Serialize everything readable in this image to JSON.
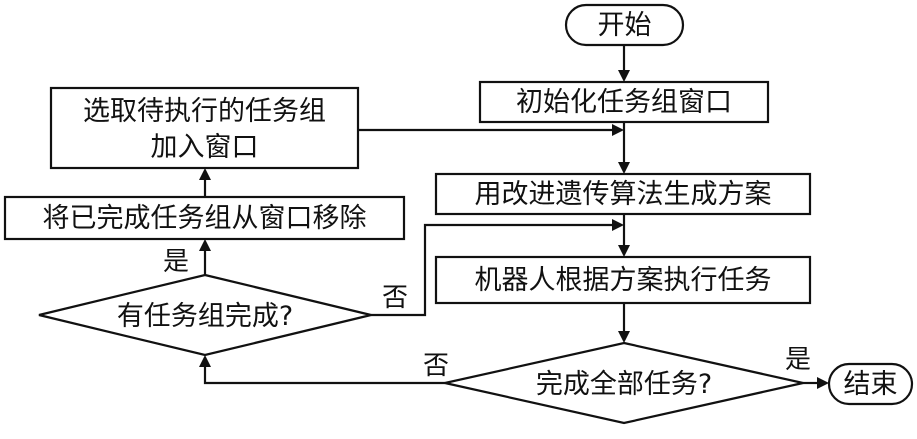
{
  "nodes": {
    "start": "开始",
    "init_window": "初始化任务组窗口",
    "generate_plan": "用改进遗传算法生成方案",
    "robot_execute": "机器人根据方案执行任务",
    "all_done_decision": "完成全部任务?",
    "end": "结束",
    "group_done_decision": "有任务组完成?",
    "remove_group": "将已完成任务组从窗口移除",
    "select_group_line1": "选取待执行的任务组",
    "select_group_line2": "加入窗口"
  },
  "edge_labels": {
    "yes": "是",
    "no": "否"
  }
}
